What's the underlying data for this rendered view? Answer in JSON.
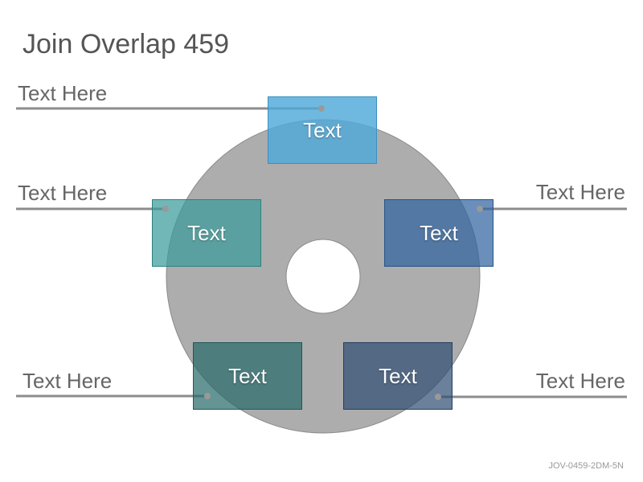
{
  "title": "Join Overlap 459",
  "footer_code": "JOV-0459-2DM-5N",
  "colors": {
    "ring": "#adadad",
    "ring_stroke": "#8a8a8a",
    "line": "#8c8c8c",
    "box_top": "#4fa9db",
    "box_left": "#3c9b9b",
    "box_right": "#2f64a0",
    "box_bottom_left": "#2a6b6c",
    "box_bottom_right": "#304f75"
  },
  "boxes": {
    "top": "Text",
    "left": "Text",
    "right": "Text",
    "bottom_left": "Text",
    "bottom_right": "Text"
  },
  "labels": {
    "top_left": "Text Here",
    "mid_left": "Text Here",
    "mid_right": "Text Here",
    "bottom_left": "Text Here",
    "bottom_right": "Text Here"
  }
}
